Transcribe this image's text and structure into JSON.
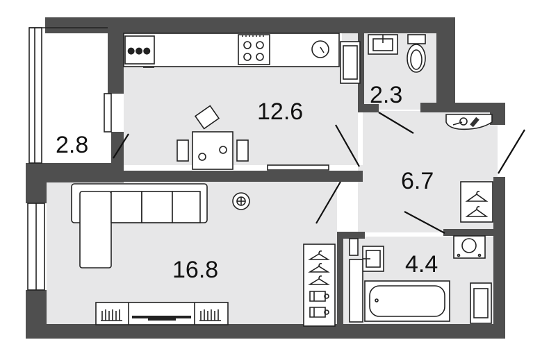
{
  "rooms": [
    {
      "id": "balcony",
      "area": "2.8"
    },
    {
      "id": "kitchen",
      "area": "12.6"
    },
    {
      "id": "toilet",
      "area": "2.3"
    },
    {
      "id": "hallway",
      "area": "6.7"
    },
    {
      "id": "living-room",
      "area": "16.8"
    },
    {
      "id": "bathroom",
      "area": "4.4"
    }
  ],
  "colors": {
    "wall": "#4f4f4f",
    "floor": "#e7e7e8",
    "line": "#222222",
    "background": "#ffffff"
  }
}
